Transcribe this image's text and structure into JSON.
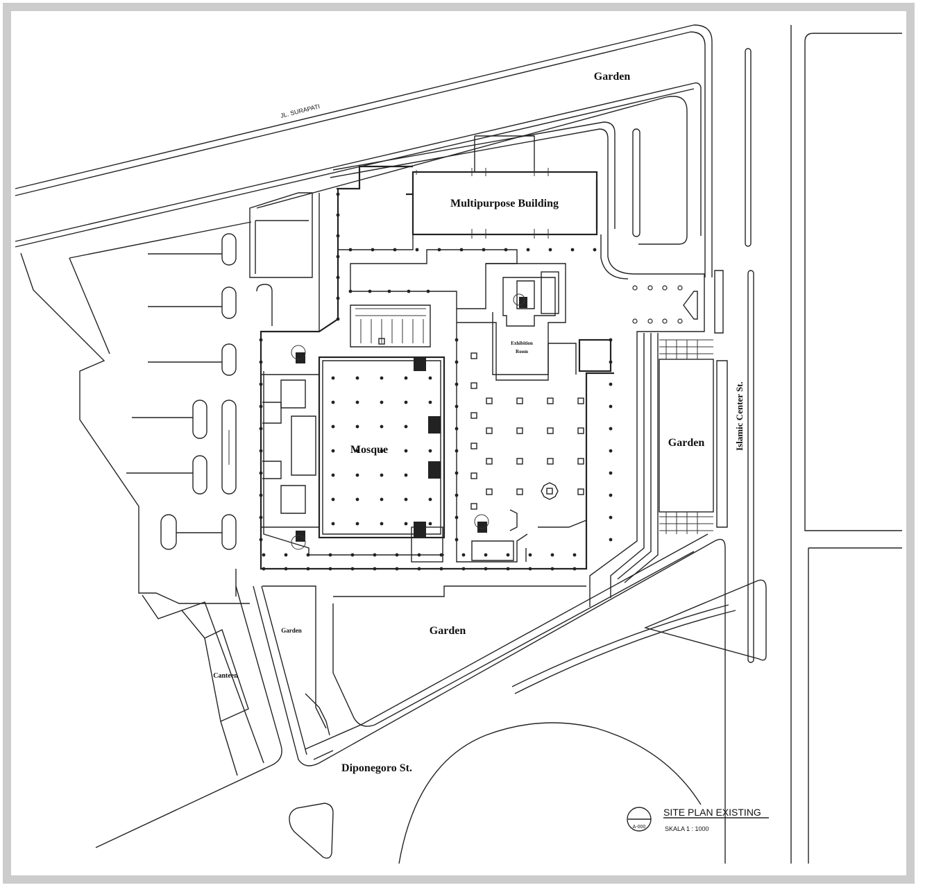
{
  "labels": {
    "garden_top": "Garden",
    "street_top": "JL. SURAPATI",
    "multipurpose": "Multipurpose Building",
    "exhibition_1": "Exhibition",
    "exhibition_2": "Room",
    "mosque": "Mosque",
    "garden_right": "Garden",
    "islamic_center": "Islamic Center St.",
    "garden_small": "Garden",
    "garden_bottom": "Garden",
    "canteen": "Canteen",
    "diponegoro": "Diponegoro St."
  },
  "title_block": {
    "title": "SITE PLAN EXISTING",
    "scale": "SKALA 1 : 1000",
    "code": "A-000"
  },
  "colors": {
    "line": "#222222",
    "border": "#cccccc",
    "background": "#ffffff"
  }
}
